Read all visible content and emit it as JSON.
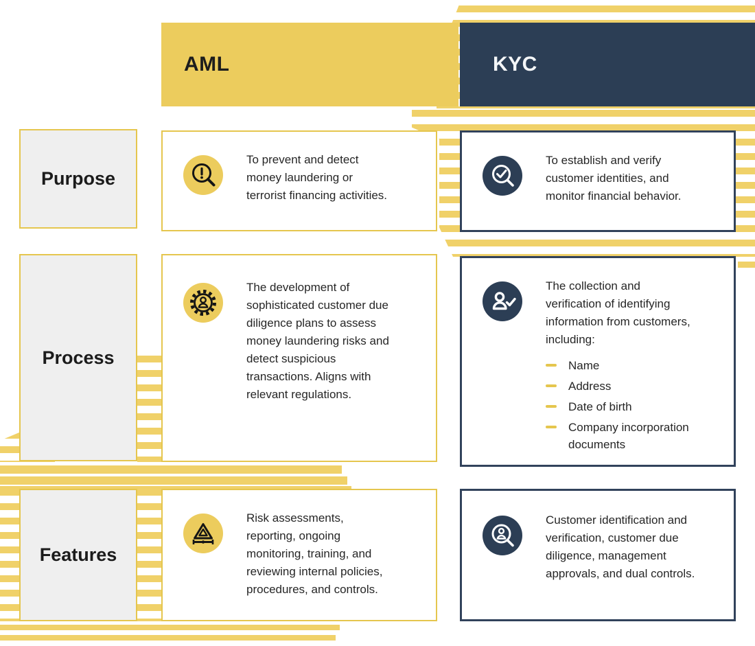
{
  "colors": {
    "yellow": "#ECCC5D",
    "stripe_yellow": "#F0D169",
    "border_yellow": "#E5C64E",
    "navy": "#2C3E55",
    "navy_border": "#31425B",
    "label_bg": "#EFEFEF",
    "text": "#262626"
  },
  "header": {
    "aml": "AML",
    "kyc": "KYC"
  },
  "rows": [
    {
      "label": "Purpose",
      "aml": {
        "icon": "magnifier-alert-icon",
        "text": "To prevent and detect\nmoney laundering or\nterrorist financing activities."
      },
      "kyc": {
        "icon": "magnifier-check-icon",
        "text": "To establish and verify\ncustomer identities, and\nmonitor financial behavior."
      }
    },
    {
      "label": "Process",
      "aml": {
        "icon": "gear-user-icon",
        "text": "The development of\nsophisticated customer due\ndiligence plans to assess\nmoney laundering risks and\ndetect suspicious\ntransactions. Aligns with\nrelevant regulations."
      },
      "kyc": {
        "icon": "user-check-icon",
        "text": "The collection and\nverification of identifying\ninformation from customers,\nincluding:",
        "bullets": [
          "Name",
          "Address",
          "Date of birth",
          "Company incorporation\ndocuments"
        ]
      }
    },
    {
      "label": "Features",
      "aml": {
        "icon": "risk-triangle-icon",
        "text": "Risk assessments,\nreporting, ongoing\nmonitoring, training, and\nreviewing internal policies,\nprocedures, and controls."
      },
      "kyc": {
        "icon": "user-search-icon",
        "text": "Customer identification and\nverification, customer due\ndiligence, management\napprovals, and dual controls."
      }
    }
  ]
}
